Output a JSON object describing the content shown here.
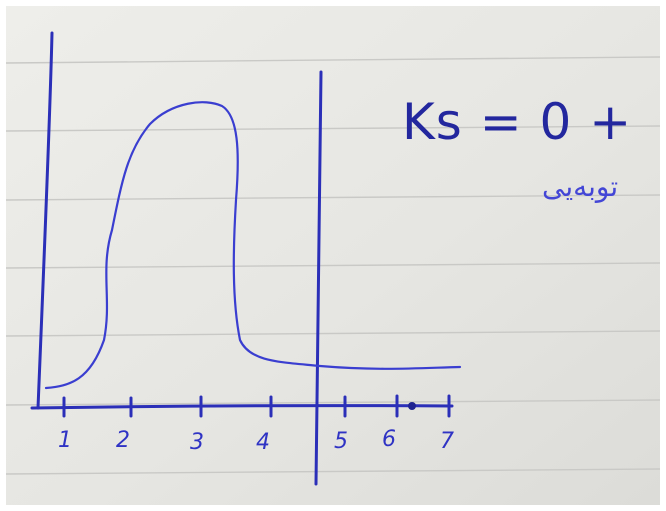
{
  "note": {
    "equation": "Ks = 0 +",
    "handwritten_word": "توبەیی",
    "x_tick_labels": [
      "1",
      "2",
      "3",
      "4",
      "5",
      "6",
      "7"
    ]
  },
  "colors": {
    "paper": "#e9e9e6",
    "rule_line": "#c9c9c6",
    "ink": "#2b2fb8"
  }
}
